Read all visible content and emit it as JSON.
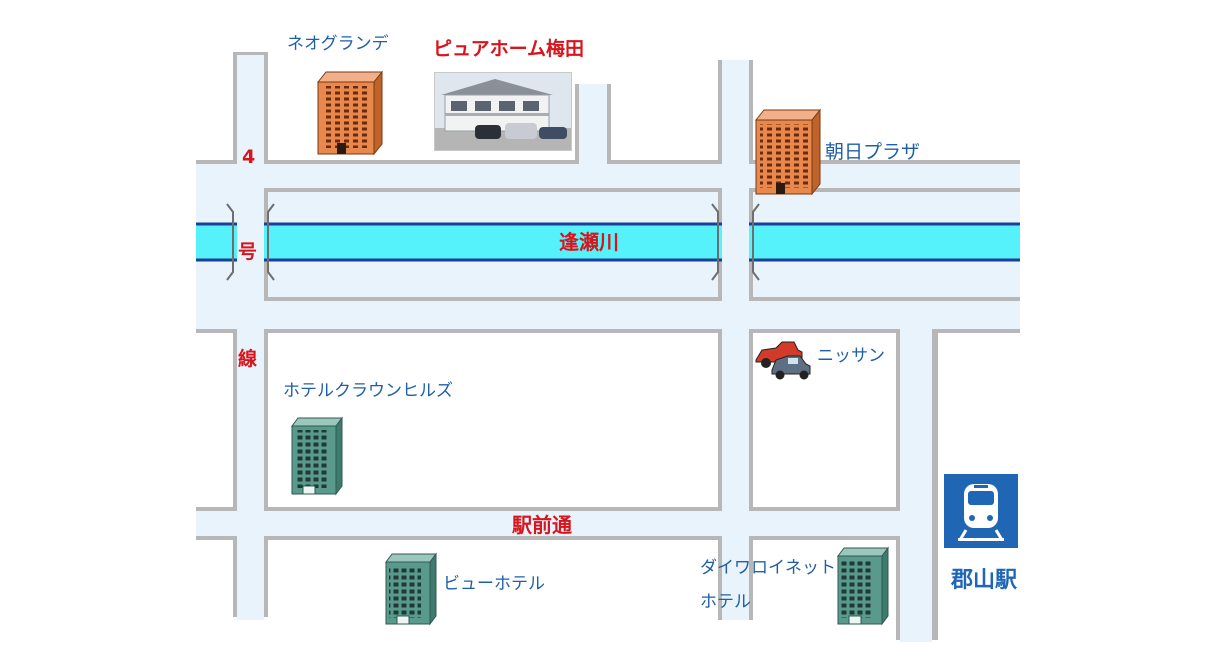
{
  "roads": {
    "route4_chars": [
      "4",
      "号",
      "線"
    ],
    "station_avenue": "駅前通"
  },
  "river": {
    "name": "逢瀬川",
    "color": "#55f2fb"
  },
  "landmarks": {
    "neo_grande": "ネオグランデ",
    "pure_home": "ピュアホーム梅田",
    "asahi_plaza": "朝日プラザ",
    "nissan": "ニッサン",
    "hotel_crown_hills": "ホテルクラウンヒルズ",
    "view_hotel": "ビューホテル",
    "daiwaroynet_line1": "ダイワロイネット",
    "daiwaroynet_line2": "ホテル"
  },
  "station": {
    "name": "郡山駅",
    "icon": "train-icon",
    "color": "#1f66b5"
  },
  "colors": {
    "road": "#e8f3fb",
    "road_border": "#b7b7b7",
    "label_blue": "#1f5fa8",
    "label_red": "#d8141c",
    "apartment": "#e8884d",
    "hotel": "#5a9a8c"
  }
}
